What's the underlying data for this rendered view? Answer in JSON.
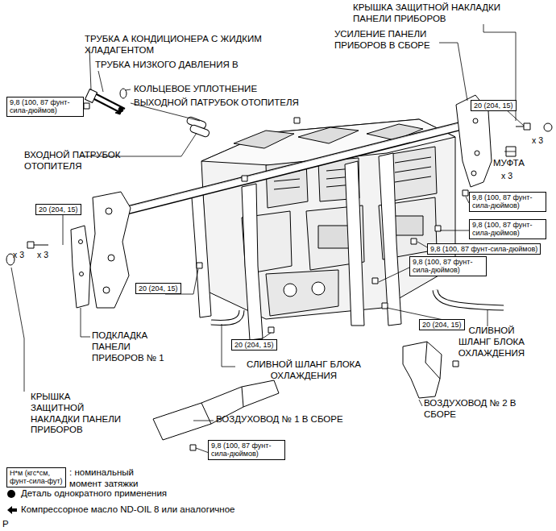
{
  "diagram": {
    "nodes": [
      {
        "text": [
          "9,8 (100, 87 фунт-сила-дюймов)"
        ]
      },
      {
        "text": [
          "20 (204, 15)"
        ]
      },
      {
        "text": [
          "9,8 (100, 87 фунт-сила-дюймов)"
        ]
      },
      {
        "text": [
          "9,8 (100, 87 фунт-сила-дюймов)"
        ]
      },
      {
        "text": [
          "20 (204, 15)"
        ]
      },
      {
        "text": [
          "9,8 (100, 87 фунт-сила-дюймов)"
        ]
      },
      {
        "text": [
          "9,8 (100, 87 фунт-сила-дюймов)"
        ]
      },
      {
        "text": [
          "20 (204, 15)"
        ]
      },
      {
        "text": [
          "20 (204, 15)"
        ]
      },
      {
        "text": [
          "20 (204, 15)"
        ]
      },
      {
        "text": [
          "9,8 (100, 87 фунт-сила-дюймов)"
        ]
      },
      {
        "text": [
          "Н*м (кгс*см, фунт-сила-фут)"
        ]
      }
    ],
    "labels": [
      "ТРУБКА А КОНДИЦИОНЕРА С ЖИДКИМ ХЛАДАГЕНТОМ",
      "ТРУБКА НИЗКОГО ДАВЛЕНИЯ В",
      "КОЛЬЦЕВОЕ УПЛОТНЕНИЕ",
      "ВЫХОДНОЙ ПАТРУБОК ОТОПИТЕЛЯ",
      "ВХОДНОЙ ПАТРУБОК ОТОПИТЕЛЯ",
      "КРЫШКА ЗАЩИТНОЙ НАКЛАДКИ ПАНЕЛИ ПРИБОРОВ",
      "УСИЛЕНИЕ ПАНЕЛИ ПРИБОРОВ В СБОРЕ",
      "МУФТА",
      "x 3",
      "x 3",
      "x 3",
      "x 3",
      "ПОДКЛАДКА ПАНЕЛИ ПРИБОРОВ № 1",
      "СЛИВНОЙ ШЛАНГ БЛОКА ОХЛАЖДЕНИЯ",
      "СЛИВНОЙ ШЛАНГ БЛОКА ОХЛАЖДЕНИЯ",
      "КРЫШКА ЗАЩИТНОЙ НАКЛАДКИ ПАНЕЛИ ПРИБОРОВ",
      "ВОЗДУХОВОД № 1 В СБОРЕ",
      "ВОЗДУХОВОД № 2 В СБОРЕ",
      ": номинальный момент затяжки",
      "P"
    ],
    "legend": [
      {
        "text": "Деталь однократного применения"
      },
      {
        "text": "Компрессорное масло ND-OIL 8 или аналогичное"
      }
    ]
  }
}
